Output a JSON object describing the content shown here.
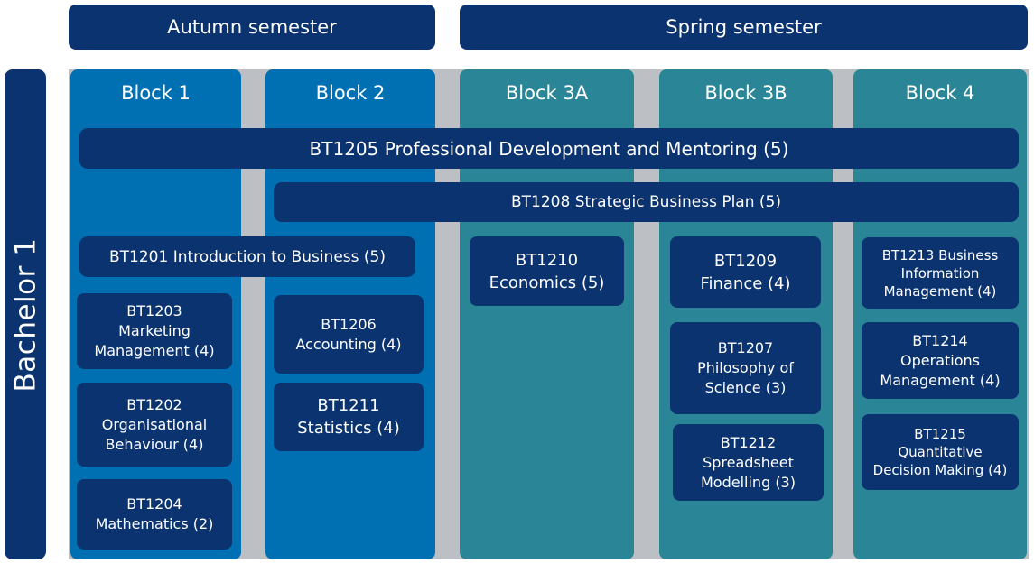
{
  "side_label": "Bachelor 1",
  "semesters": {
    "autumn": "Autumn semester",
    "spring": "Spring semester"
  },
  "blocks": {
    "b1": "Block 1",
    "b2": "Block 2",
    "b3a": "Block 3A",
    "b3b": "Block 3B",
    "b4": "Block 4"
  },
  "courses": {
    "bt1205": "BT1205 Professional Development and Mentoring (5)",
    "bt1208": "BT1208 Strategic Business Plan (5)",
    "bt1201": "BT1201 Introduction to Business (5)",
    "bt1203": [
      "BT1203",
      "Marketing",
      "Management (4)"
    ],
    "bt1202": [
      "BT1202",
      "Organisational",
      "Behaviour (4)"
    ],
    "bt1204": [
      "BT1204",
      "Mathematics (2)"
    ],
    "bt1206": [
      "BT1206",
      "Accounting (4)"
    ],
    "bt1211": [
      "BT1211",
      "Statistics (4)"
    ],
    "bt1210": [
      "BT1210",
      "Economics (5)"
    ],
    "bt1209": [
      "BT1209",
      "Finance (4)"
    ],
    "bt1207": [
      "BT1207",
      "Philosophy of",
      "Science (3)"
    ],
    "bt1212": [
      "BT1212",
      "Spreadsheet",
      "Modelling (3)"
    ],
    "bt1213": [
      "BT1213 Business",
      "Information",
      "Management (4)"
    ],
    "bt1214": [
      "BT1214",
      "Operations",
      "Management (4)"
    ],
    "bt1215": [
      "BT1215",
      "Quantitative",
      "Decision Making (4)"
    ]
  },
  "colors": {
    "navy": "#0b3370",
    "blue": "#0070b3",
    "teal": "#2a8696",
    "gray": "#bcbfc4"
  }
}
